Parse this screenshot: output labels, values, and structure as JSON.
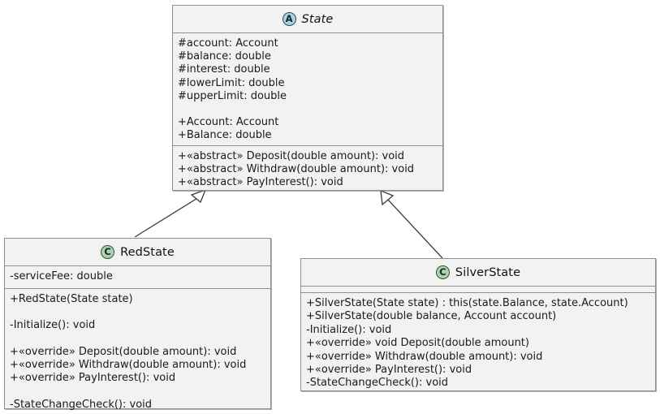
{
  "diagram": {
    "kind": "uml-class-diagram",
    "background": "#ffffff",
    "border_color": "#8f8f8f",
    "fill_color": "#f2f2f2",
    "abstract_icon_color": "#add1e0",
    "class_icon_color": "#add1b2",
    "relationships": [
      {
        "name": "redstate-generalizes-state",
        "from": "RedState",
        "to": "State",
        "type": "generalization"
      },
      {
        "name": "silverstate-generalizes-state",
        "from": "SilverState",
        "to": "State",
        "type": "generalization"
      }
    ]
  },
  "classes": {
    "state": {
      "name": "State",
      "icon_letter": "A",
      "icon_name": "abstract-class-icon",
      "stereotype": "abstract",
      "attributes": [
        "#account: Account",
        "#balance: double",
        "#interest: double",
        "#lowerLimit: double",
        "#upperLimit: double",
        "",
        "+Account: Account",
        "+Balance: double"
      ],
      "methods": [
        "+«abstract» Deposit(double amount): void",
        "+«abstract» Withdraw(double amount): void",
        "+«abstract» PayInterest(): void"
      ]
    },
    "redstate": {
      "name": "RedState",
      "icon_letter": "C",
      "icon_name": "class-icon",
      "stereotype": "class",
      "attributes": [
        "-serviceFee: double"
      ],
      "methods": [
        "+RedState(State state)",
        "",
        "-Initialize(): void",
        "",
        "+«override» Deposit(double amount): void",
        "+«override» Withdraw(double amount): void",
        "+«override» PayInterest(): void",
        "",
        "-StateChangeCheck(): void"
      ]
    },
    "silverstate": {
      "name": "SilverState",
      "icon_letter": "C",
      "icon_name": "class-icon",
      "stereotype": "class",
      "attributes": [],
      "methods": [
        "+SilverState(State state) : this(state.Balance, state.Account)",
        "+SilverState(double balance, Account account)",
        "-Initialize(): void",
        "+«override» void Deposit(double amount)",
        "+«override» Withdraw(double amount): void",
        "+«override» PayInterest(): void",
        "-StateChangeCheck(): void"
      ]
    }
  }
}
